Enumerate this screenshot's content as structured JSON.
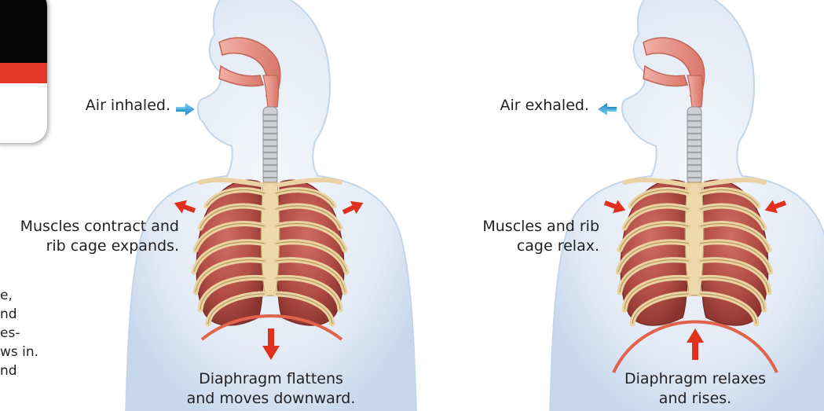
{
  "colors": {
    "body_fill": "#dfe7f3",
    "body_edge": "#b9cde6",
    "airway": "#e8958a",
    "trachea": "#c9c9cd",
    "lung": "#b6514a",
    "lung_dark": "#8e3530",
    "rib": "#ecd6a8",
    "rib_edge": "#b69a63",
    "diaphragm_line": "#e2634b",
    "red_arrow": "#e0301e",
    "blue_arrow": "#3aa4dc",
    "inset_red": "#e3382b",
    "inset_teal": "#3aa4dc"
  },
  "left_panel": {
    "air_label": "Air inhaled.",
    "muscles_label": [
      "Muscles contract and",
      "rib cage expands."
    ],
    "diaphragm_label": [
      "Diaphragm flattens",
      "and moves downward."
    ],
    "air_arrow": "blue-arrow-in",
    "rib_arrows": "red-arrows-outward",
    "diaphragm_arrow": "red-arrow-down"
  },
  "right_panel": {
    "air_label": "Air exhaled.",
    "muscles_label": [
      "Muscles and rib",
      "cage relax."
    ],
    "diaphragm_label": [
      "Diaphragm relaxes",
      "and rises."
    ],
    "air_arrow": "blue-arrow-out",
    "rib_arrows": "red-arrows-inward",
    "diaphragm_arrow": "red-arrow-up"
  },
  "cutoff_text": [
    "e,",
    "nd",
    "es-",
    "ws in.",
    "nd"
  ]
}
